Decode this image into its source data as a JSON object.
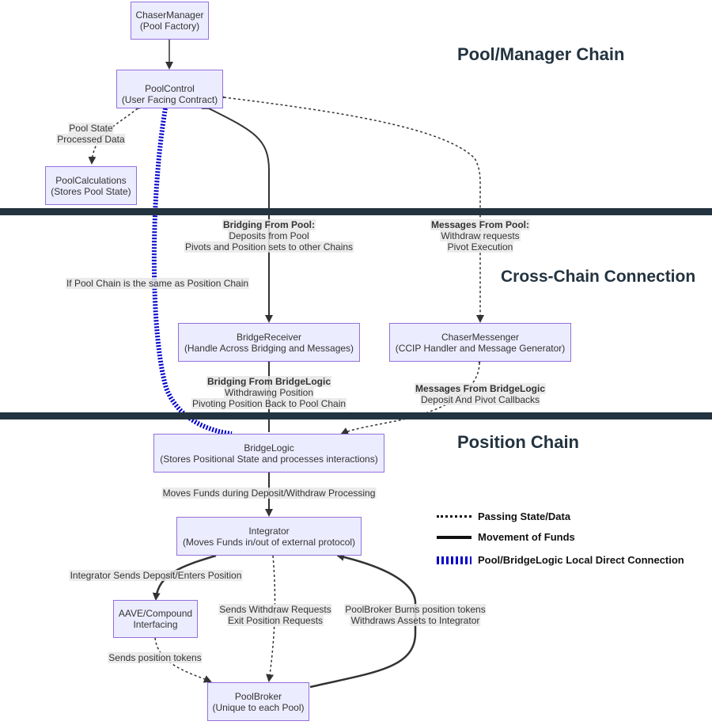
{
  "sections": {
    "pool_chain": "Pool/Manager Chain",
    "cross_chain": "Cross-Chain Connection",
    "position_chain": "Position Chain"
  },
  "nodes": {
    "chaser_manager": [
      "ChaserManager",
      "(Pool Factory)"
    ],
    "pool_control": [
      "PoolControl",
      "(User Facing Contract)"
    ],
    "pool_calculations": [
      "PoolCalculations",
      "(Stores Pool State)"
    ],
    "bridge_receiver": [
      "BridgeReceiver",
      "(Handle Across Bridging and Messages)"
    ],
    "chaser_messenger": [
      "ChaserMessenger",
      "(CCIP Handler and Message Generator)"
    ],
    "bridge_logic": [
      "BridgeLogic",
      "(Stores Positional State and processes interactions)"
    ],
    "integrator": [
      "Integrator",
      "(Moves Funds in/out of external protocol)"
    ],
    "aave_compound": [
      "AAVE/Compound",
      "Interfacing"
    ],
    "pool_broker": [
      "PoolBroker",
      "(Unique to each Pool)"
    ]
  },
  "edge_labels": {
    "pool_state": [
      "Pool State",
      "Processed Data"
    ],
    "bridging_from_pool": {
      "title": "Bridging From Pool:",
      "lines": [
        "Deposits from Pool",
        "Pivots and Position sets to other Chains"
      ]
    },
    "messages_from_pool": {
      "title": "Messages From Pool:",
      "lines": [
        "Withdraw requests",
        "Pivot Execution"
      ]
    },
    "same_chain": [
      "If Pool Chain is the same as Position Chain"
    ],
    "bridging_from_bridgelogic": {
      "title": "Bridging From BridgeLogic",
      "lines": [
        "Withdrawing Position",
        "Pivoting Position Back to Pool Chain"
      ]
    },
    "messages_from_bridgelogic": {
      "title": "Messages From BridgeLogic",
      "lines": [
        "Deposit And Pivot Callbacks"
      ]
    },
    "moves_funds": [
      "Moves Funds during Deposit/Withdraw Processing"
    ],
    "integrator_sends": [
      "Integrator Sends Deposit/Enters Position"
    ],
    "sends_withdraw": [
      "Sends Withdraw Requests",
      "Exit Position Requests"
    ],
    "broker_burns": [
      "PoolBroker Burns position tokens",
      "Withdraws Assets to Integrator"
    ],
    "sends_tokens": [
      "Sends position tokens"
    ]
  },
  "legend": {
    "dotted": "Passing State/Data",
    "solid": "Movement of Funds",
    "blue": "Pool/BridgeLogic Local Direct Connection"
  },
  "colors": {
    "node_fill": "#ECECFF",
    "node_border": "#9370DB",
    "band": "#233340",
    "local_connection": "#0000cc"
  }
}
